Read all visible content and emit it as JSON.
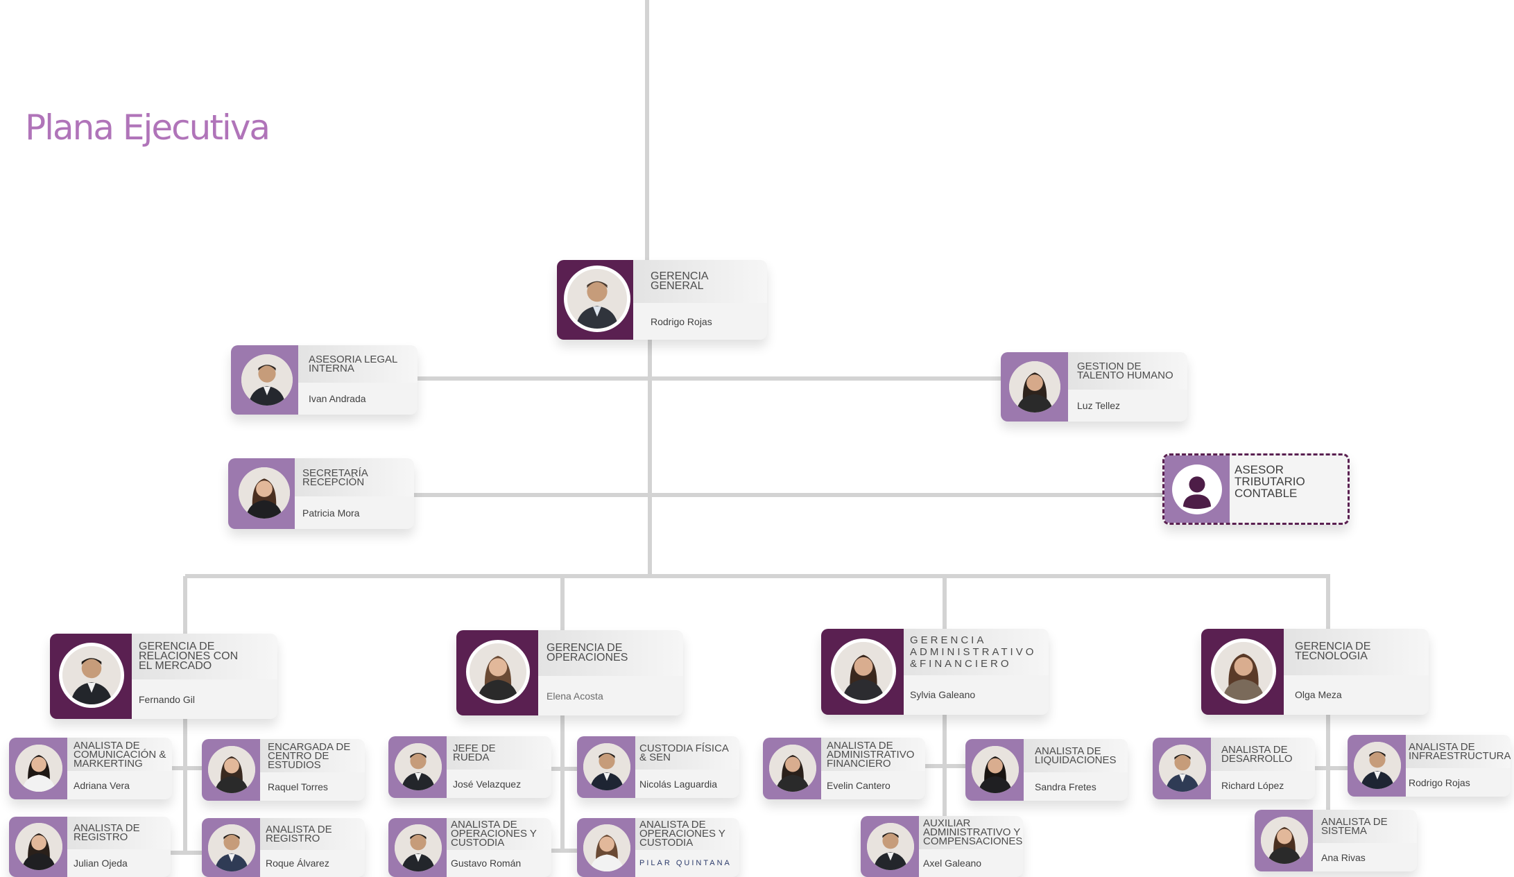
{
  "page_title": "Plana Ejecutiva",
  "colors": {
    "accent": "#b074b9",
    "executive": "#5a2051",
    "staff": "#9c79ae",
    "line": "#d3d3d3"
  },
  "cards": {
    "gerencia_general": {
      "role": "GERENCIA\nGENERAL",
      "name": "Rodrigo Rojas"
    },
    "asesoria_legal": {
      "role": "ASESORIA LEGAL\nINTERNA",
      "name": "Ivan Andrada"
    },
    "talento_humano": {
      "role": "GESTION DE\nTALENTO HUMANO",
      "name": "Luz Tellez"
    },
    "secretaria": {
      "role": "SECRETARÍA\nRECEPCIÓN",
      "name": "Patricia Mora"
    },
    "asesor_tributario": {
      "role": "ASESOR TRIBUTARIO\nCONTABLE",
      "icon": "user-placeholder-icon"
    },
    "gerencia_mercado": {
      "role": "GERENCIA DE\nRELACIONES CON\nEL MERCADO",
      "name": "Fernando Gil"
    },
    "gerencia_operaciones": {
      "role": "GERENCIA DE\nOPERACIONES",
      "name": "Elena Acosta"
    },
    "gerencia_admin": {
      "role": "GERENCIA\nADMINISTRATIVO\n&FINANCIERO",
      "name": "Sylvia Galeano"
    },
    "gerencia_tecnologia": {
      "role": "GERENCIA DE\nTECNOLOGIA",
      "name": "Olga Meza"
    },
    "analista_comunicacion": {
      "role": "ANALISTA DE\nCOMUNICACIÓN &\nMARKERTING",
      "name": "Adriana Vera"
    },
    "encargada_estudios": {
      "role": "ENCARGADA DE\nCENTRO DE\nESTUDIOS",
      "name": "Raquel Torres"
    },
    "analista_registro_1": {
      "role": "ANALISTA DE\nREGISTRO",
      "name": "Julian Ojeda"
    },
    "analista_registro_2": {
      "role": "ANALISTA DE\nREGISTRO",
      "name": "Roque Álvarez"
    },
    "jefe_rueda": {
      "role": "JEFE DE\nRUEDA",
      "name": "José Velazquez"
    },
    "custodia_fisica": {
      "role": "CUSTODIA FÍSICA\n& SEN",
      "name": "Nicolás Laguardia"
    },
    "analista_operaciones_1": {
      "role": "ANALISTA DE\nOPERACIONES Y\nCUSTODIA",
      "name": "Gustavo Román"
    },
    "analista_operaciones_2": {
      "role": "ANALISTA DE\nOPERACIONES Y\nCUSTODIA",
      "name": "PILAR QUINTANA"
    },
    "analista_admin": {
      "role": "ANALISTA DE\nADMINISTRATIVO\nFINANCIERO",
      "name": "Evelin Cantero"
    },
    "analista_liquidaciones": {
      "role": "ANALISTA DE\nLIQUIDACIONES",
      "name": "Sandra Fretes"
    },
    "auxiliar_admin": {
      "role": "AUXILIAR\nADMINISTRATIVO Y\nCOMPENSACIONES",
      "name": "Axel Galeano"
    },
    "analista_desarrollo": {
      "role": "ANALISTA DE\nDESARROLLO",
      "name": "Richard López"
    },
    "analista_infraestructura": {
      "role": "ANALISTA DE\nINFRAESTRUCTURA",
      "name": "Rodrigo Rojas"
    },
    "analista_sistema": {
      "role": "ANALISTA DE\nSISTEMA",
      "name": "Ana Rivas"
    }
  }
}
